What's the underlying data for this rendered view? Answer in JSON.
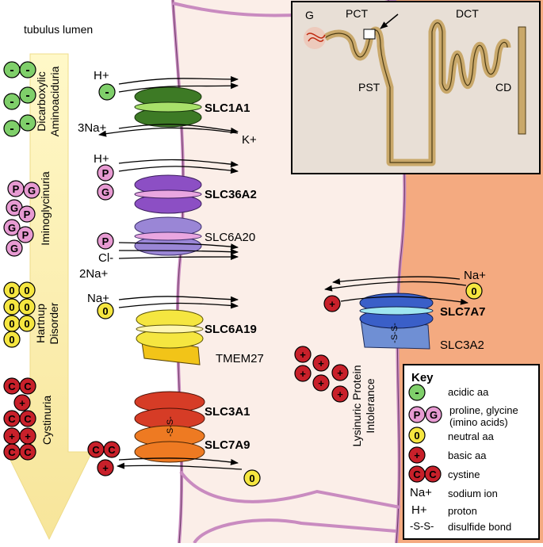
{
  "lumen_label": "tubulus lumen",
  "disorders": {
    "dicarboxylic": [
      "Dicarboxylic",
      "Aminoaciduria"
    ],
    "iminoglycinuria": "Iminoglycinuria",
    "hartnup": [
      "Hartnup",
      "Disorder"
    ],
    "cystinuria": "Cystinuria",
    "lysinuric": [
      "Lysinuric Protein",
      "Intolerance"
    ]
  },
  "ions": {
    "h": "H+",
    "three_na": "3Na+",
    "k": "K+",
    "cl": "Cl-",
    "two_na": "2Na+",
    "na": "Na+"
  },
  "transporters": {
    "slc1a1": "SLC1A1",
    "slc36a2": "SLC36A2",
    "slc6a20": "SLC6A20",
    "slc6a19": "SLC6A19",
    "tmem27": "TMEM27",
    "slc3a1": "SLC3A1",
    "slc7a9": "SLC7A9",
    "slc7a7": "SLC7A7",
    "slc3a2": "SLC3A2",
    "ss": "-S-S-"
  },
  "symbols": {
    "acidic": "-",
    "proline": "P",
    "glycine": "G",
    "neutral": "0",
    "basic": "+",
    "cystine": "C"
  },
  "inset": {
    "g": "G",
    "pct": "PCT",
    "dct": "DCT",
    "pst": "PST",
    "cd": "CD"
  },
  "key": {
    "title": "Key",
    "acidic": "acidic aa",
    "imino_1": "proline, glycine",
    "imino_2": "(imino acids)",
    "neutral": "neutral aa",
    "basic": "basic aa",
    "cystine": "cystine",
    "sodium_symbol": "Na+",
    "sodium": "sodium ion",
    "proton_symbol": "H+",
    "proton": "proton",
    "ss_symbol": "-S-S-",
    "ss": "disulfide bond"
  },
  "colors": {
    "acidic": "#7fcf6a",
    "imino": "#e79ad2",
    "neutral": "#f5e640",
    "basic": "#c8202a",
    "cell": "#fbeee8",
    "interstitium": "#f4aa80",
    "membrane": "#c98bc0"
  }
}
